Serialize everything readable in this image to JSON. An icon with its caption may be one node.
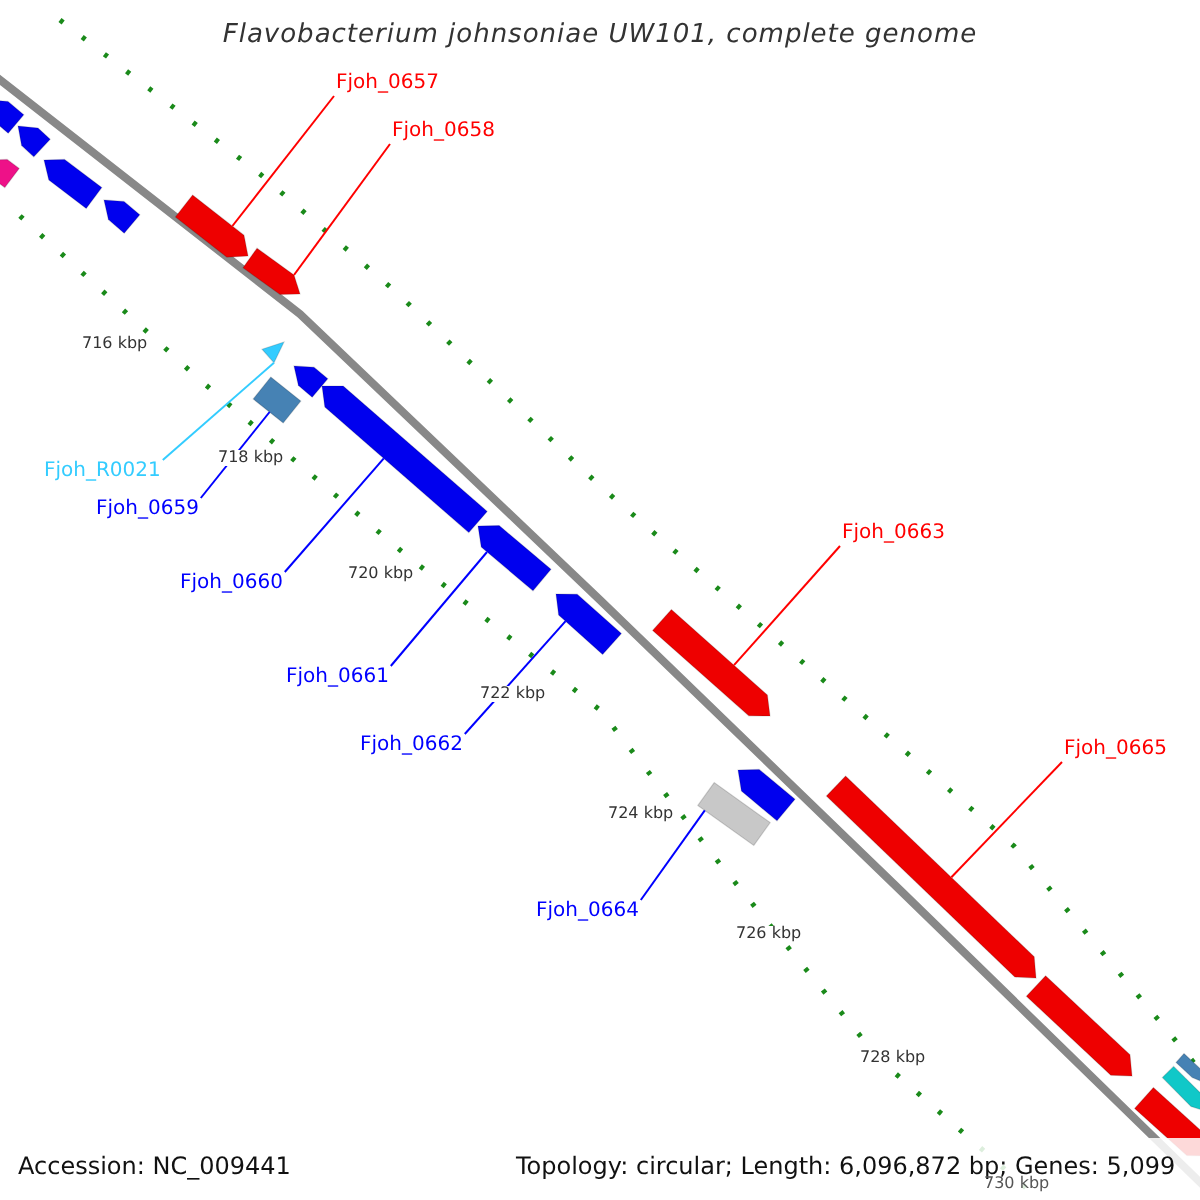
{
  "diagram": {
    "title": "Flavobacterium johnsoniae UW101, complete genome",
    "nodes": [
      {
        "text": [],
        "shape": "arrow"
      },
      {
        "text": [],
        "shape": "arrow"
      },
      {
        "text": [],
        "shape": "arrow"
      },
      {
        "text": [],
        "shape": "arrow"
      },
      {
        "text": [],
        "shape": "arrow"
      },
      {
        "text": [
          "Fjoh_0657"
        ]
      },
      {
        "text": [
          "Fjoh_0658"
        ]
      },
      {
        "text": [],
        "shape": "arrow"
      },
      {
        "text": [],
        "shape": "arrow"
      },
      {
        "text": [],
        "shape": "triangle"
      },
      {
        "text": [],
        "shape": "arrow"
      },
      {
        "text": [],
        "shape": "box"
      },
      {
        "text": [],
        "shape": "arrow"
      },
      {
        "text": [
          "Fjoh_R0021"
        ]
      },
      {
        "text": [
          "Fjoh_0659"
        ]
      },
      {
        "text": [],
        "shape": "arrow"
      },
      {
        "text": [
          "Fjoh_0663"
        ]
      },
      {
        "text": [
          "Fjoh_0660"
        ]
      },
      {
        "text": [],
        "shape": "arrow"
      },
      {
        "text": [],
        "shape": "arrow"
      },
      {
        "text": [
          "Fjoh_0661"
        ]
      },
      {
        "text": [
          "Fjoh_0662"
        ]
      },
      {
        "text": [],
        "shape": "arrow"
      },
      {
        "text": [],
        "shape": "arrow"
      },
      {
        "text": [],
        "shape": "box"
      },
      {
        "text": [
          "Fjoh_0665"
        ]
      },
      {
        "text": [
          "Fjoh_0664"
        ]
      },
      {
        "text": [],
        "shape": "arrow"
      },
      {
        "text": [],
        "shape": "arrow"
      },
      {
        "text": [],
        "shape": "arrow"
      },
      {
        "text": [],
        "shape": "arrow"
      }
    ],
    "edges": [
      {
        "from": 5,
        "to": 7,
        "arrow": "none",
        "color": "#ff0000"
      },
      {
        "from": 6,
        "to": 8,
        "arrow": "none",
        "color": "#ff0000"
      },
      {
        "from": 13,
        "to": 9,
        "arrow": "none",
        "color": "#33ccff"
      },
      {
        "from": 14,
        "to": 11,
        "arrow": "none"
      },
      {
        "from": 17,
        "to": 12,
        "arrow": "none"
      },
      {
        "from": 20,
        "to": 15,
        "arrow": "none"
      },
      {
        "from": 21,
        "to": 18,
        "arrow": "none"
      },
      {
        "from": 16,
        "to": 19,
        "arrow": "none",
        "color": "#ff0000"
      },
      {
        "from": 26,
        "to": 24,
        "arrow": "none"
      },
      {
        "from": 25,
        "to": 22,
        "arrow": "none",
        "color": "#ff0000"
      }
    ],
    "labels": [
      "716 kbp",
      "718 kbp",
      "720 kbp",
      "722 kbp",
      "724 kbp",
      "726 kbp",
      "728 kbp",
      "Accession: NC_009441",
      "Topology: circular; Length: 6,096,872 bp; Genes: 5,099",
      "730 kbp"
    ]
  }
}
